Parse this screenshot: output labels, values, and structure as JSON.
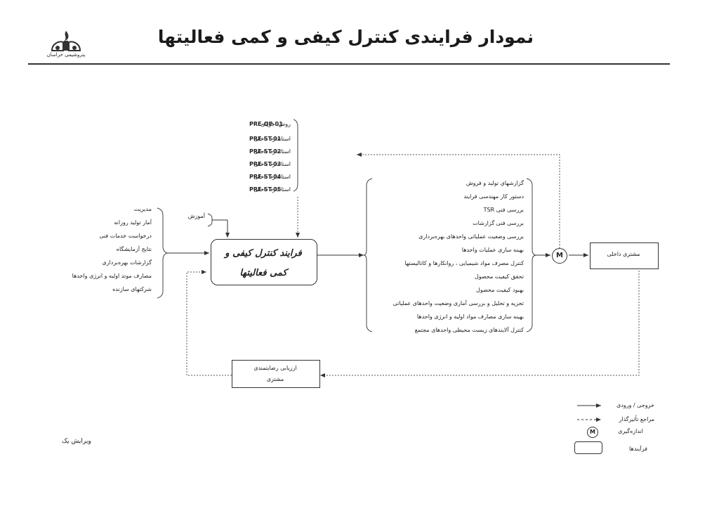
{
  "header": {
    "title": "نمودار فرایندی کنترل کیفی و کمی فعالیتها",
    "logo_caption": "پتروشیمی خراسان"
  },
  "references": [
    {
      "label": "روش اجرائی",
      "code": "PRE-QP-01"
    },
    {
      "label": "استاندارد داخلی",
      "code": "PRE-ST-01"
    },
    {
      "label": "استاندارد داخلی",
      "code": "PRE-ST-02"
    },
    {
      "label": "استاندارد داخلی",
      "code": "PRE-ST-03"
    },
    {
      "label": "استاندارد داخلی",
      "code": "PRE-ST-04"
    },
    {
      "label": "استاندارد داخلی",
      "code": "PRE-ST-05"
    }
  ],
  "inputs": [
    "مدیریت",
    "آمار تولید روزانه",
    "درخواست خدمات فنی",
    "نتایج آزمایشگاه",
    "گزارشات بهره‌برداری",
    "مصارف موتد اولیه و انرژی واحدها",
    "شرکتهای سازنده"
  ],
  "training": "آموزش",
  "main_process": {
    "line1": "فرایند کنترل کیفی و",
    "line2": "کمی فعالیتها"
  },
  "outputs": [
    "گزارشهای تولید و فروش",
    "دستور کار مهندسی فرایند",
    "بررسی فنی TSR",
    "بررسی فنی گزارشات",
    "بررسی وضعیت عملیاتی واحدهای بهره‌برداری",
    "بهینه سازی عملیات واحدها",
    "کنترل مصرف مواد شیمیایی ، روانکارها و کاتالیستها",
    "تحقق کیفیت محصول",
    "بهبود کیفیت محصول",
    "تجزیه و تحلیل و بررسی آماری وضعیت واحدهای عملیاتی",
    "بهینه سازی مصارف مواد اولیه و انرژی واحدها",
    "کنترل آلایندهای زیست محیطی واحدهای مجتمع"
  ],
  "measure_symbol": "M",
  "customer": "مشتری داخلی",
  "feedback": {
    "line1": "ارزیابی رضایتمندی",
    "line2": "مشتری"
  },
  "legend": {
    "io": "خروجی / ورودی",
    "influence": "مراجع تأثیرگذار",
    "measure": "اندازه‌گیری",
    "measure_symbol": "M",
    "processes": "فرآیندها"
  },
  "version": "ویرایش یک"
}
